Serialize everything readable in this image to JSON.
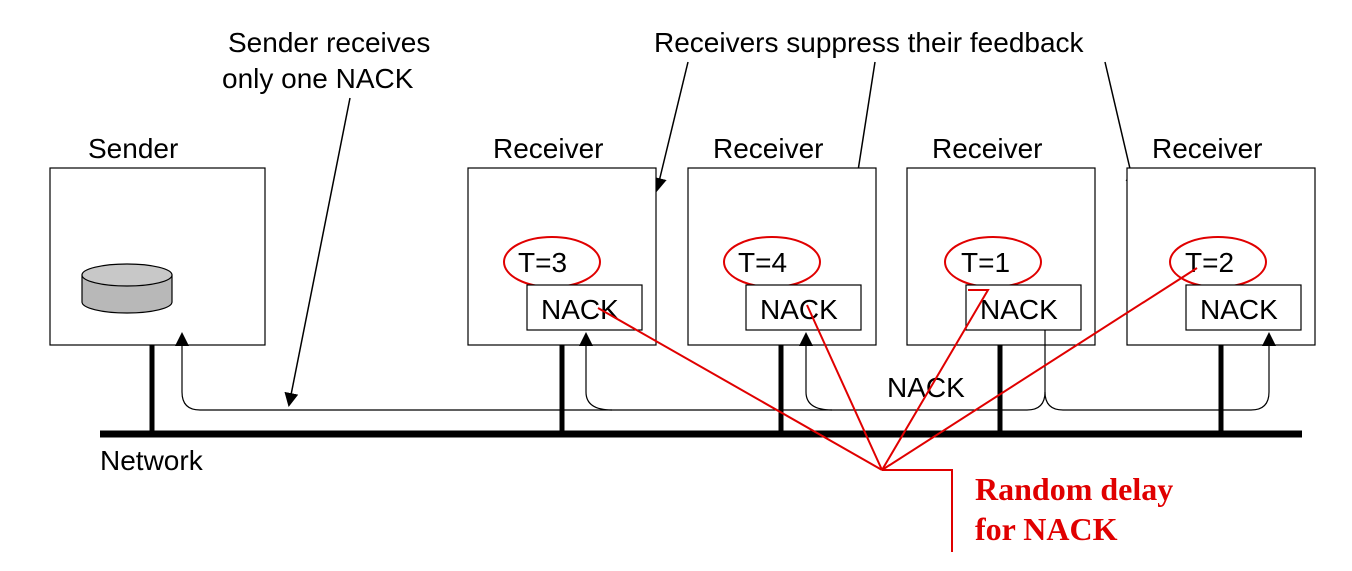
{
  "annotations": {
    "sender_receives_line1": "Sender receives",
    "sender_receives_line2": "only one NACK",
    "receivers_suppress": "Receivers suppress their feedback"
  },
  "sender": {
    "label": "Sender"
  },
  "receivers": [
    {
      "label": "Receiver",
      "timer": "T=3",
      "nack": "NACK"
    },
    {
      "label": "Receiver",
      "timer": "T=4",
      "nack": "NACK"
    },
    {
      "label": "Receiver",
      "timer": "T=1",
      "nack": "NACK"
    },
    {
      "label": "Receiver",
      "timer": "T=2",
      "nack": "NACK"
    }
  ],
  "network": {
    "label": "Network",
    "nack_label": "NACK"
  },
  "callout": {
    "line1": "Random delay",
    "line2": "for NACK"
  },
  "colors": {
    "highlight": "#e00000",
    "ink": "#000000",
    "disk": "#b8b8b8"
  }
}
